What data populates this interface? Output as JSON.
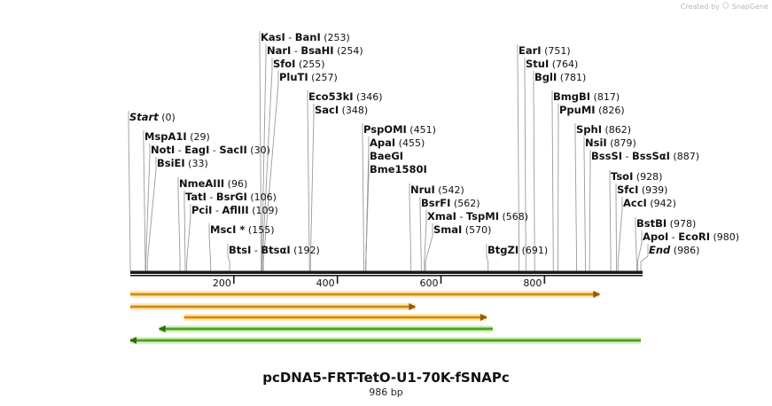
{
  "credit": {
    "prefix": "Created by",
    "brand": "SnapGene"
  },
  "map": {
    "name": "pcDNA5-FRT-TetO-U1-70K-fSNAPc",
    "length_label": "986 bp",
    "length": 986,
    "ticks": [
      {
        "pos": 200,
        "label": "200"
      },
      {
        "pos": 400,
        "label": "400"
      },
      {
        "pos": 600,
        "label": "600"
      },
      {
        "pos": 800,
        "label": "800"
      }
    ],
    "sites": [
      {
        "names": [
          "KasI",
          "BanI"
        ],
        "pos": 253,
        "label": "(253)"
      },
      {
        "names": [
          "NarI",
          "BsaHI"
        ],
        "pos": 254,
        "label": "(254)"
      },
      {
        "names": [
          "SfoI"
        ],
        "pos": 255,
        "label": "(255)"
      },
      {
        "names": [
          "PluTI"
        ],
        "pos": 257,
        "label": "(257)"
      },
      {
        "names": [
          "Eco53kI"
        ],
        "pos": 346,
        "label": "(346)"
      },
      {
        "names": [
          "SacI"
        ],
        "pos": 348,
        "label": "(348)"
      },
      {
        "names": [
          "Start"
        ],
        "pos": 0,
        "label": "(0)",
        "italic": true
      },
      {
        "names": [
          "MspA1I"
        ],
        "pos": 29,
        "label": "(29)"
      },
      {
        "names": [
          "NotI",
          "EagI",
          "SacII"
        ],
        "pos": 30,
        "label": "(30)"
      },
      {
        "names": [
          "BsiEI"
        ],
        "pos": 33,
        "label": "(33)"
      },
      {
        "names": [
          "NmeAIII"
        ],
        "pos": 96,
        "label": "(96)"
      },
      {
        "names": [
          "TatI",
          "BsrGI"
        ],
        "pos": 106,
        "label": "(106)"
      },
      {
        "names": [
          "PciI",
          "AflIII"
        ],
        "pos": 109,
        "label": "(109)"
      },
      {
        "names": [
          "MscI *"
        ],
        "pos": 155,
        "label": "(155)"
      },
      {
        "names": [
          "BtsI",
          "BtsαI"
        ],
        "pos": 192,
        "label": "(192)"
      },
      {
        "names": [
          "PspOMI"
        ],
        "pos": 451,
        "label": "(451)"
      },
      {
        "names": [
          "ApaI"
        ],
        "pos": 455,
        "label": "(455)"
      },
      {
        "names": [
          "BaeGI"
        ],
        "pos": 455,
        "label": ""
      },
      {
        "names": [
          "Bme1580I"
        ],
        "pos": 455,
        "label": ""
      },
      {
        "names": [
          "NruI"
        ],
        "pos": 542,
        "label": "(542)"
      },
      {
        "names": [
          "BsrFI"
        ],
        "pos": 562,
        "label": "(562)"
      },
      {
        "names": [
          "XmaI",
          "TspMI"
        ],
        "pos": 568,
        "label": "(568)"
      },
      {
        "names": [
          "SmaI"
        ],
        "pos": 570,
        "label": "(570)"
      },
      {
        "names": [
          "BtgZI"
        ],
        "pos": 691,
        "label": "(691)"
      },
      {
        "names": [
          "EarI"
        ],
        "pos": 751,
        "label": "(751)"
      },
      {
        "names": [
          "StuI"
        ],
        "pos": 764,
        "label": "(764)"
      },
      {
        "names": [
          "BglI"
        ],
        "pos": 781,
        "label": "(781)"
      },
      {
        "names": [
          "BmgBI"
        ],
        "pos": 817,
        "label": "(817)"
      },
      {
        "names": [
          "PpuMI"
        ],
        "pos": 826,
        "label": "(826)"
      },
      {
        "names": [
          "SphI"
        ],
        "pos": 862,
        "label": "(862)"
      },
      {
        "names": [
          "NsiI"
        ],
        "pos": 879,
        "label": "(879)"
      },
      {
        "names": [
          "BssSI",
          "BssSαI"
        ],
        "pos": 887,
        "label": "(887)"
      },
      {
        "names": [
          "TsoI"
        ],
        "pos": 928,
        "label": "(928)"
      },
      {
        "names": [
          "SfcI"
        ],
        "pos": 939,
        "label": "(939)"
      },
      {
        "names": [
          "AccI"
        ],
        "pos": 942,
        "label": "(942)"
      },
      {
        "names": [
          "BstBI"
        ],
        "pos": 978,
        "label": "(978)"
      },
      {
        "names": [
          "ApoI",
          "EcoRI"
        ],
        "pos": 980,
        "label": "(980)"
      },
      {
        "names": [
          "End"
        ],
        "pos": 986,
        "label": "(986)",
        "italic": true
      }
    ],
    "features": [
      {
        "start": 0,
        "end": 906,
        "dir": "right",
        "color": "#f5a623"
      },
      {
        "start": 0,
        "end": 550,
        "dir": "right",
        "color": "#f5a623"
      },
      {
        "start": 104,
        "end": 688,
        "dir": "right",
        "color": "#f5a623"
      },
      {
        "start": 56,
        "end": 700,
        "dir": "left",
        "color": "#5ec22a"
      },
      {
        "start": 0,
        "end": 986,
        "dir": "left",
        "color": "#5ec22a"
      }
    ]
  }
}
